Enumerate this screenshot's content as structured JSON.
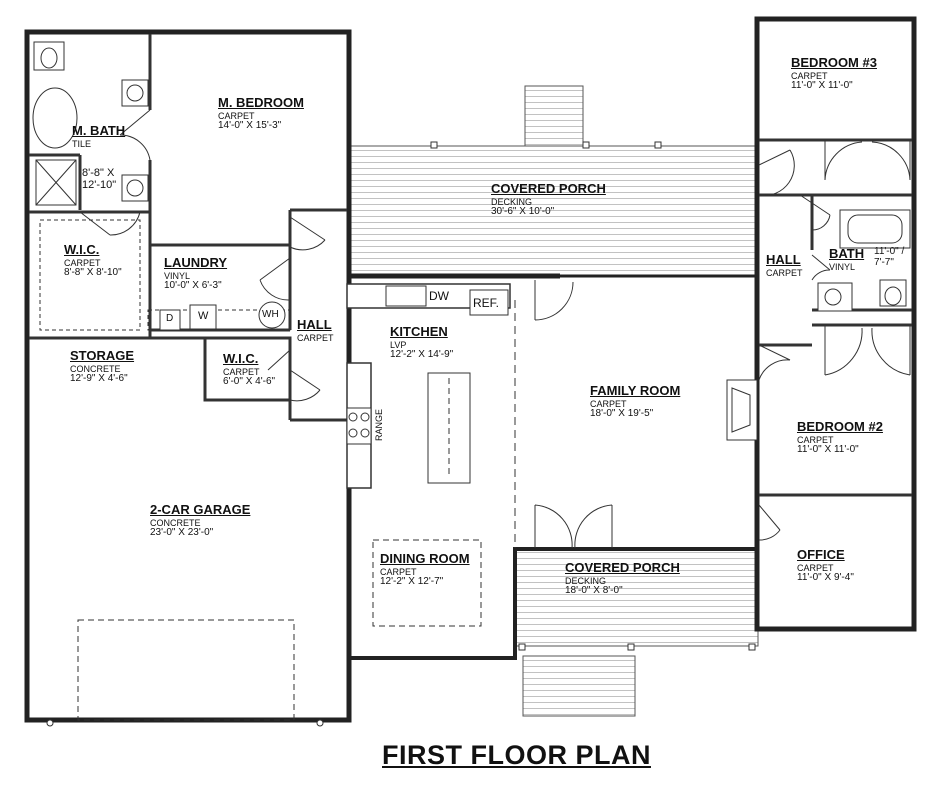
{
  "title": "FIRST FLOOR PLAN",
  "rooms": {
    "master_bedroom": {
      "name": "M. BEDROOM",
      "material": "CARPET",
      "dims": "14'-0\" X 15'-3\""
    },
    "master_bath": {
      "name": "M. BATH",
      "material": "TILE",
      "dims": ""
    },
    "shower": {
      "dims": "8'-8\" X 12'-10\""
    },
    "wic_master": {
      "name": "W.I.C.",
      "material": "CARPET",
      "dims": "8'-8\" X 8'-10\""
    },
    "laundry": {
      "name": "LAUNDRY",
      "material": "VINYL",
      "dims": "10'-0\" X 6'-3\""
    },
    "hall_left": {
      "name": "HALL",
      "material": "CARPET"
    },
    "storage": {
      "name": "STORAGE",
      "material": "CONCRETE",
      "dims": "12'-9\" X 4'-6\""
    },
    "wic_small": {
      "name": "W.I.C.",
      "material": "CARPET",
      "dims": "6'-0\" X 4'-6\""
    },
    "garage": {
      "name": "2-CAR GARAGE",
      "material": "CONCRETE",
      "dims": "23'-0\" X 23'-0\""
    },
    "kitchen": {
      "name": "KITCHEN",
      "material": "LVP",
      "dims": "12'-2\" X 14'-9\""
    },
    "dining": {
      "name": "DINING ROOM",
      "material": "CARPET",
      "dims": "12'-2\" X 12'-7\""
    },
    "covered_porch_rear": {
      "name": "COVERED PORCH",
      "material": "DECKING",
      "dims": "30'-6\" X 10'-0\""
    },
    "family_room": {
      "name": "FAMILY ROOM",
      "material": "CARPET",
      "dims": "18'-0\" X 19'-5\""
    },
    "covered_porch_front": {
      "name": "COVERED PORCH",
      "material": "DECKING",
      "dims": "18'-0\" X 8'-0\""
    },
    "bedroom3": {
      "name": "BEDROOM #3",
      "material": "CARPET",
      "dims": "11'-0\" X 11'-0\""
    },
    "hall_right": {
      "name": "HALL",
      "material": "CARPET"
    },
    "bath": {
      "name": "BATH",
      "material": "VINYL",
      "dims": "11'-0\" /",
      "dims2": "7'-7\""
    },
    "bedroom2": {
      "name": "BEDROOM #2",
      "material": "CARPET",
      "dims": "11'-0\" X 11'-0\""
    },
    "office": {
      "name": "OFFICE",
      "material": "CARPET",
      "dims": "11'-0\" X 9'-4\""
    }
  },
  "fixtures": {
    "dishwasher": "DW",
    "refrigerator": "REF.",
    "range": "RANGE",
    "washer": "W",
    "dryer": "D",
    "water_heater": "WH"
  }
}
